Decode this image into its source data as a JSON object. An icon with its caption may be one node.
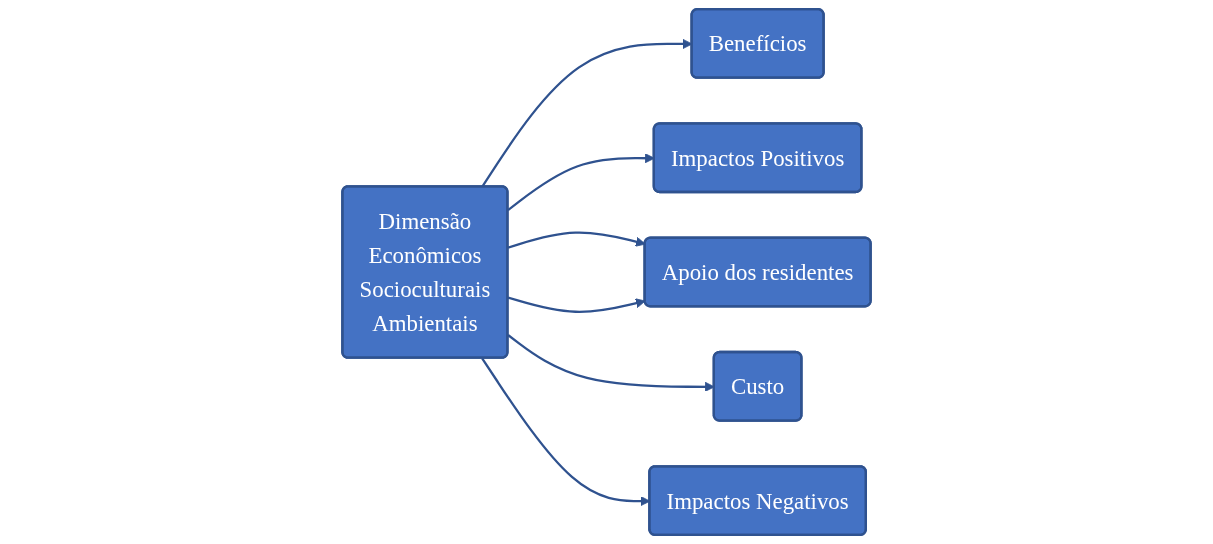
{
  "diagram": {
    "nodes": [
      {
        "text": [
          "Dimensão",
          "Econômicos",
          "Socioculturais",
          "Ambientais"
        ]
      },
      {
        "text": [
          "Benefícios"
        ]
      },
      {
        "text": [
          "Impactos Positivos"
        ]
      },
      {
        "text": [
          "Custo"
        ]
      },
      {
        "text": [
          "Impactos Negativos"
        ]
      },
      {
        "text": [
          "Apoio dos residentes"
        ]
      }
    ],
    "edges": [
      {
        "from": 0,
        "to": 1,
        "arrow": "to"
      },
      {
        "from": 0,
        "to": 2,
        "arrow": "to"
      },
      {
        "from": 0,
        "to": 5,
        "arrow": "to"
      },
      {
        "from": 0,
        "to": 3,
        "arrow": "to"
      },
      {
        "from": 0,
        "to": 4,
        "arrow": "to"
      },
      {
        "from": 0,
        "to": 5,
        "arrow": "to"
      }
    ]
  }
}
